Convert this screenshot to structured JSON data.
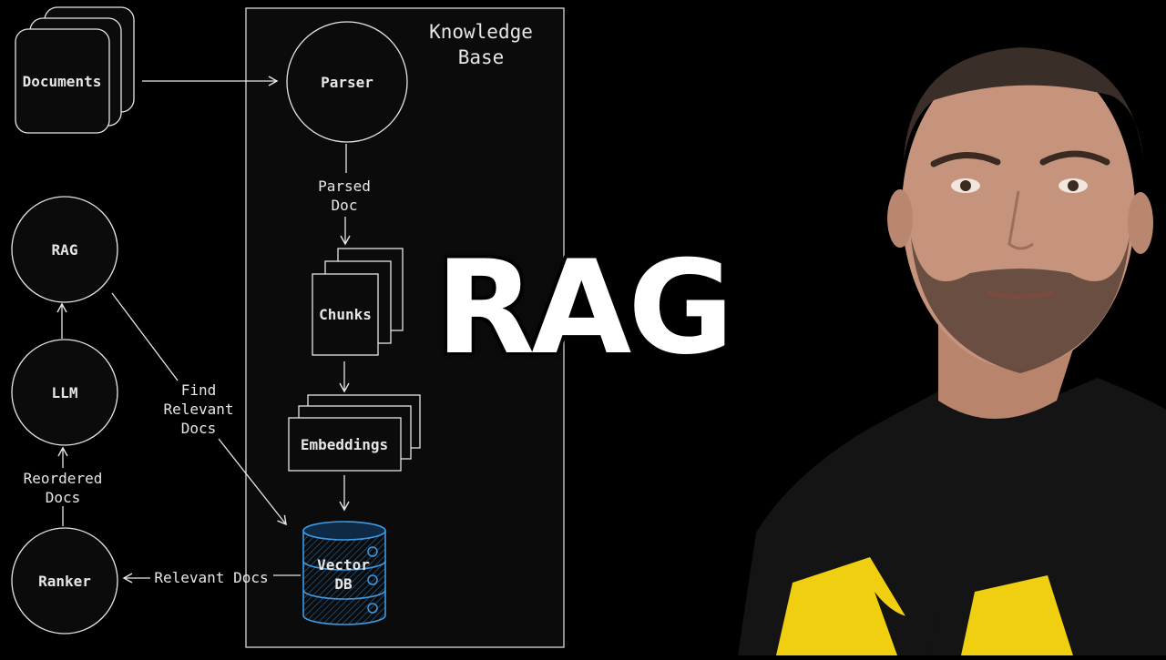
{
  "diagram": {
    "container_title": [
      "Knowledge",
      "Base"
    ],
    "nodes": {
      "documents": "Documents",
      "parser": "Parser",
      "chunks": "Chunks",
      "embeddings": "Embeddings",
      "vector_db": [
        "Vector",
        "DB"
      ],
      "rag": "RAG",
      "llm": "LLM",
      "ranker": "Ranker"
    },
    "edge_labels": {
      "parsed_doc": [
        "Parsed",
        "Doc"
      ],
      "find_relevant_docs": [
        "Find",
        "Relevant",
        "Docs"
      ],
      "reordered_docs": [
        "Reordered",
        "Docs"
      ],
      "relevant_docs": "Relevant Docs"
    },
    "colors": {
      "stroke": "#e6e6e6",
      "db_accent": "#3b9be6",
      "background": "#000000"
    }
  },
  "title": "RAG",
  "presenter": {
    "shirt_accent": "#f5d40f"
  }
}
